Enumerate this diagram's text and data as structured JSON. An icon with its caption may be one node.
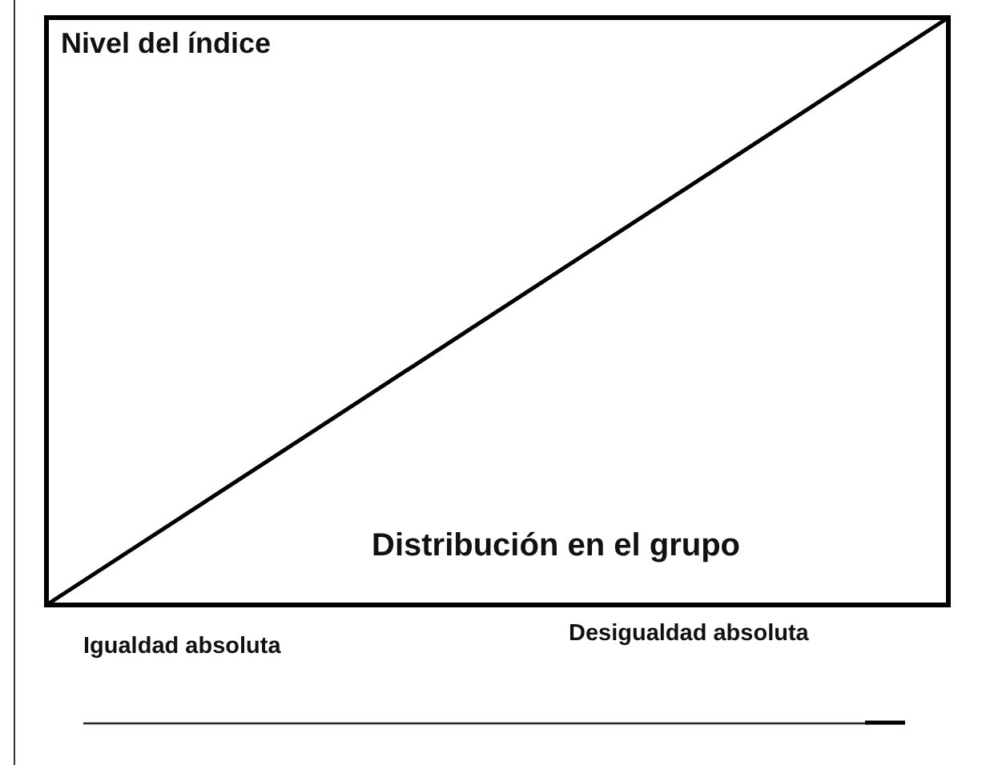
{
  "diagram": {
    "labels": [
      "Nivel del índice",
      "Distribución en el grupo",
      "Igualdad absoluta",
      "Desigualdad absoluta"
    ]
  }
}
